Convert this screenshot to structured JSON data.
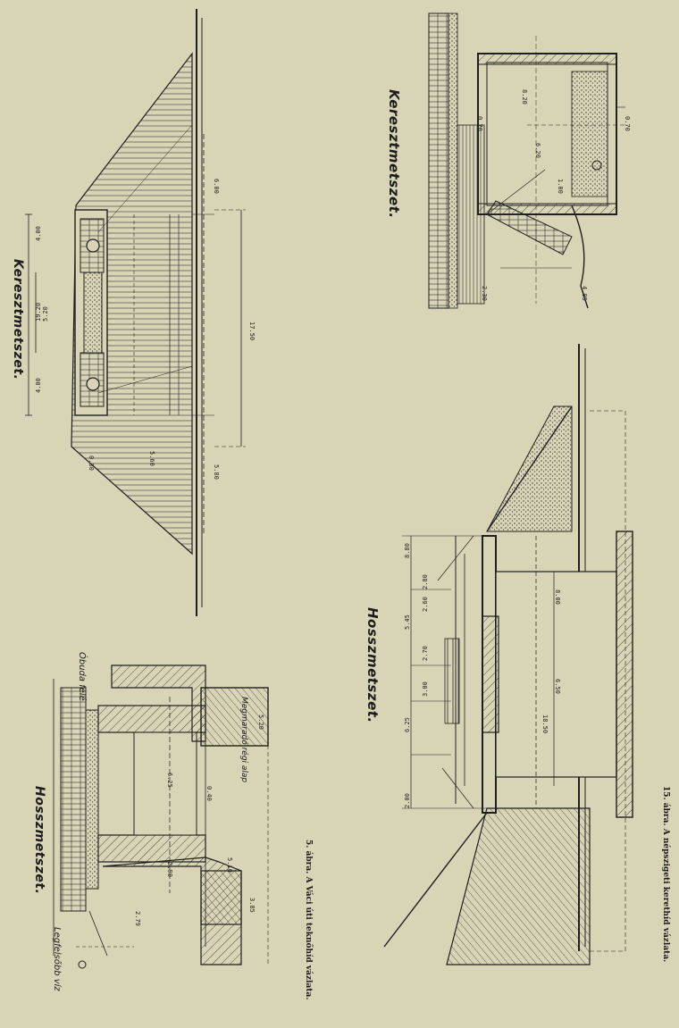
{
  "drawing1": {
    "cross_section_title": "Keresztmetszet.",
    "long_section_title": "Hosszmetszet.",
    "caption": "5. ábra. A Váci úti teknőhíd vázlata.",
    "water_level_label": "Legfelsőbb víz",
    "bridge_end_label": "Óbuda felé",
    "foundation_label": "Megmaradó régi alap",
    "dimensions": [
      "4.00",
      "19.20",
      "5.20",
      "4.00",
      "6.00",
      "5.80",
      "17.50",
      "0.30",
      "5.60",
      "2.79",
      "6.25",
      "2.90",
      "0.40",
      "5.10",
      "5.20",
      "3.85"
    ]
  },
  "drawing2": {
    "cross_section_title": "Keresztmetszet.",
    "long_section_title": "Hosszmetszet.",
    "caption": "15. ábra. A népszigeti kerethíd vázlata.",
    "dimensions": [
      "8.80",
      "5.45",
      "6.25",
      "2.00",
      "2.60",
      "2.70",
      "3.00",
      "2.80",
      "18.50",
      "8.00",
      "6.50",
      "2.30",
      "0.70",
      "0.70",
      "8.20",
      "6.20",
      "1.00",
      "4.05"
    ]
  }
}
